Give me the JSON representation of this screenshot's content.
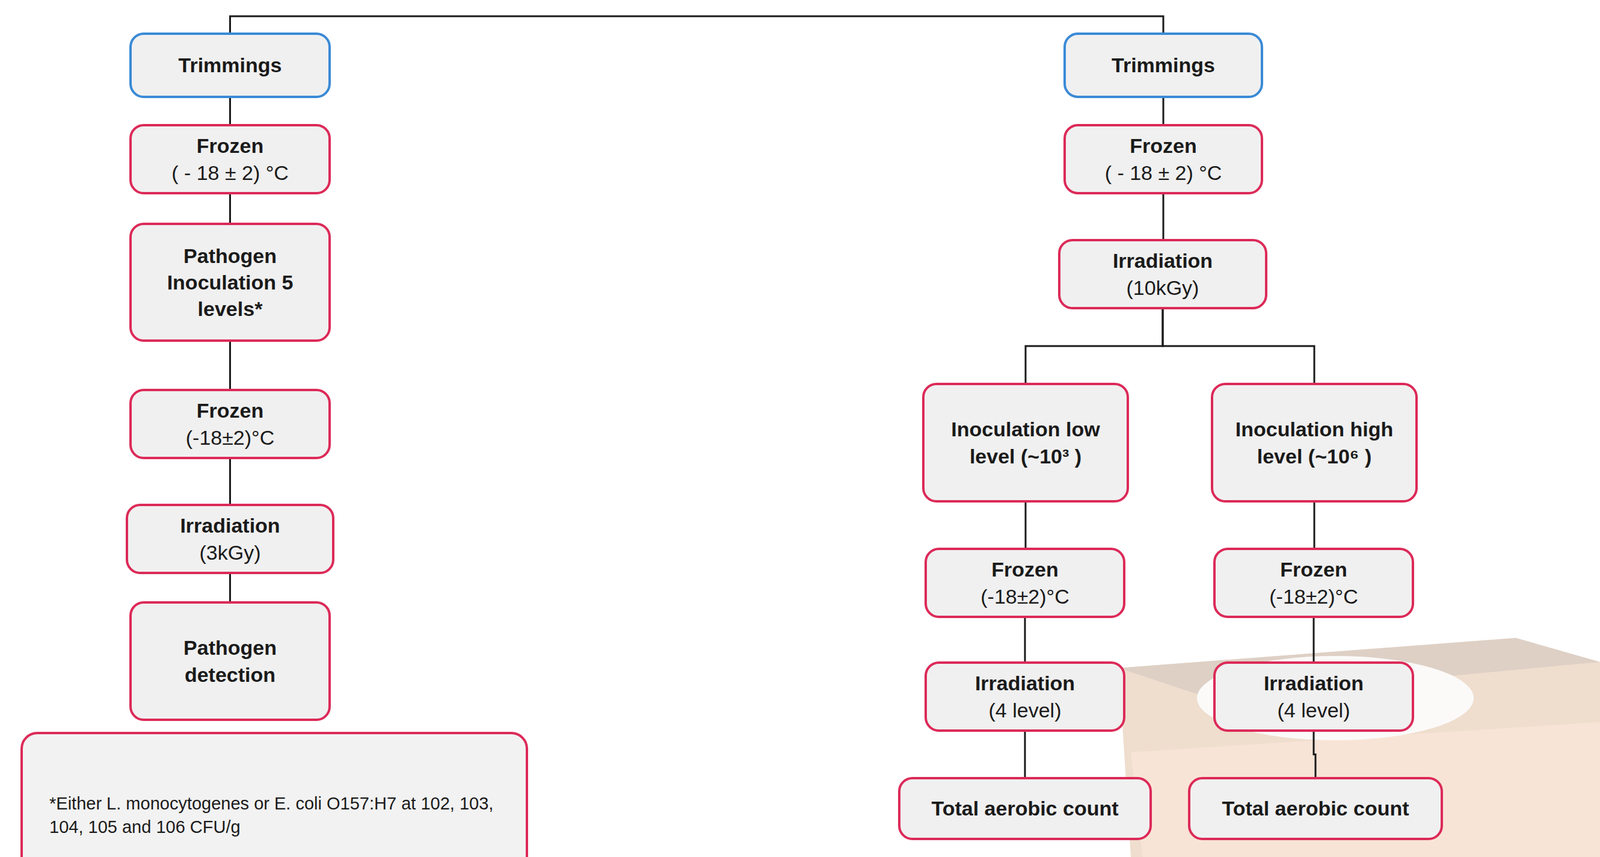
{
  "diagram": {
    "nodes": [
      {
        "text": [
          "Trimmings"
        ]
      },
      {
        "text": [
          "Frozen",
          "( - 18 ± 2) °C"
        ]
      },
      {
        "text": [
          "Pathogen Inoculation 5 levels*"
        ]
      },
      {
        "text": [
          "Frozen",
          "(-18±2)°C"
        ]
      },
      {
        "text": [
          "Irradiation",
          "(3kGy)"
        ]
      },
      {
        "text": [
          "Pathogen detection"
        ]
      },
      {
        "text": [
          "*Either L. monocytogenes or E. coli O157:H7 at 102, 103, 104, 105 and 106 CFU/g"
        ]
      },
      {
        "text": [
          "Trimmings"
        ]
      },
      {
        "text": [
          "Frozen",
          "( - 18 ± 2) °C"
        ]
      },
      {
        "text": [
          "Irradiation",
          "(10kGy)"
        ]
      },
      {
        "text": [
          "Inoculation low level (~10³ )"
        ]
      },
      {
        "text": [
          "Inoculation high level (~10⁶ )"
        ]
      },
      {
        "text": [
          "Frozen",
          "(-18±2)°C"
        ]
      },
      {
        "text": [
          "Frozen",
          "(-18±2)°C"
        ]
      },
      {
        "text": [
          "Irradiation",
          "(4 level)"
        ]
      },
      {
        "text": [
          "Irradiation",
          "(4 level)"
        ]
      },
      {
        "text": [
          "Total aerobic count"
        ]
      },
      {
        "text": [
          "Total aerobic count"
        ]
      }
    ],
    "edges": [
      {
        "from": 0,
        "to": 1,
        "arrow": "none"
      },
      {
        "from": 1,
        "to": 2,
        "arrow": "none"
      },
      {
        "from": 2,
        "to": 3,
        "arrow": "none"
      },
      {
        "from": 3,
        "to": 4,
        "arrow": "none"
      },
      {
        "from": 4,
        "to": 5,
        "arrow": "none"
      },
      {
        "from": 0,
        "to": 7,
        "arrow": "none"
      },
      {
        "from": 7,
        "to": 8,
        "arrow": "none"
      },
      {
        "from": 8,
        "to": 9,
        "arrow": "none"
      },
      {
        "from": 9,
        "to": 10,
        "arrow": "none"
      },
      {
        "from": 9,
        "to": 11,
        "arrow": "none"
      },
      {
        "from": 10,
        "to": 12,
        "arrow": "none"
      },
      {
        "from": 11,
        "to": 13,
        "arrow": "none"
      },
      {
        "from": 12,
        "to": 14,
        "arrow": "none"
      },
      {
        "from": 13,
        "to": 15,
        "arrow": "none"
      },
      {
        "from": 14,
        "to": 16,
        "arrow": "none"
      },
      {
        "from": 15,
        "to": 17,
        "arrow": "none"
      }
    ]
  }
}
